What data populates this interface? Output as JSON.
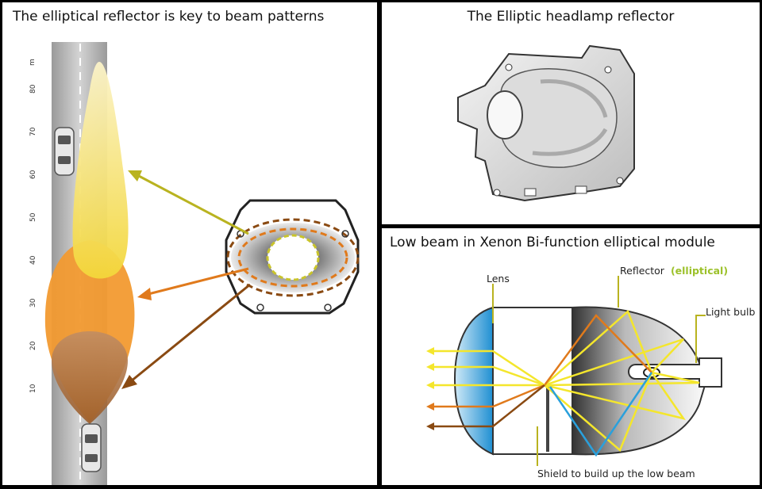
{
  "panels": {
    "beam": {
      "title": "The elliptical reflector is key to beam patterns",
      "unit": "m",
      "ticks": [
        "10",
        "20",
        "30",
        "40",
        "50",
        "60",
        "70",
        "80"
      ]
    },
    "reflector": {
      "title": "The Elliptic headlamp reflector"
    },
    "module": {
      "title": "Low beam in Xenon Bi-function elliptical module",
      "lens_label": "Lens",
      "reflector_label": "Reflector",
      "reflector_qualifier": "(elliptical)",
      "bulb_label": "Light bulb",
      "shield_label": "Shield to build up the low beam"
    }
  },
  "colors": {
    "yellow_ray": "#f4e62c",
    "orange_ray": "#e07a1c",
    "brown_ray": "#8a4a12",
    "blue_ray": "#2aa0dc",
    "label_accent": "#9cc12a",
    "olive_arrow": "#b9b320"
  }
}
